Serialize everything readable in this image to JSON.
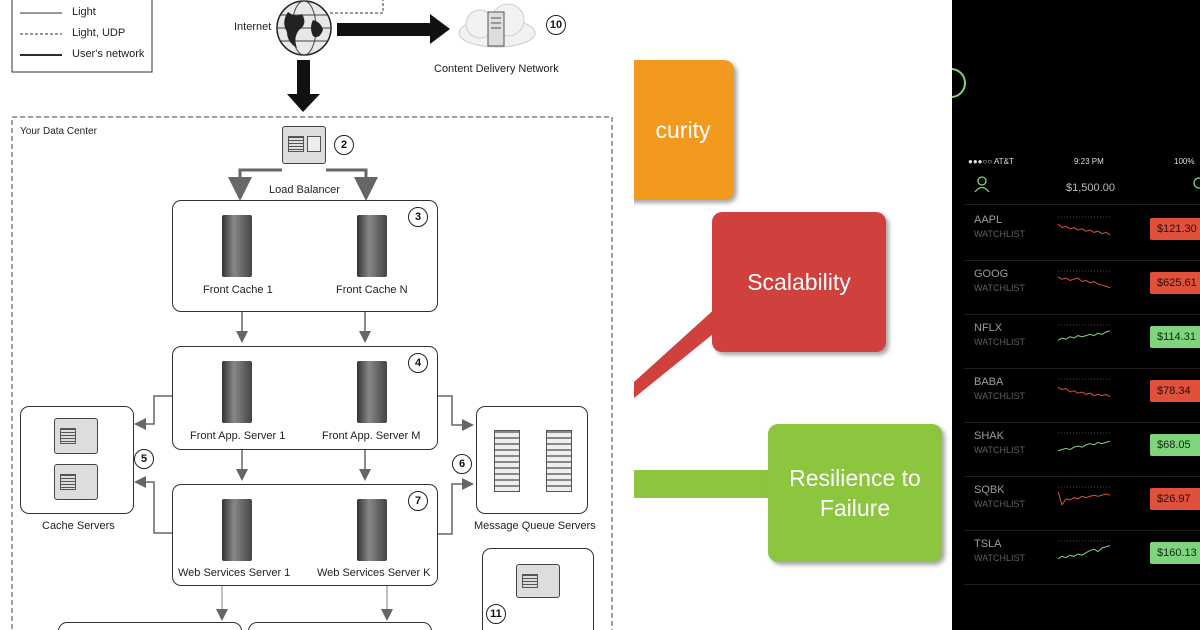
{
  "architecture": {
    "legend": [
      {
        "label": "Light",
        "style": "solid"
      },
      {
        "label": "Light, UDP",
        "style": "dashed"
      },
      {
        "label": "User's network",
        "style": "bold"
      }
    ],
    "internet_label": "Internet",
    "cdn_label": "Content Delivery Network",
    "datacenter_label": "Your Data Center",
    "load_balancer_label": "Load Balancer",
    "front_cache": {
      "left": "Front Cache 1",
      "right": "Front Cache N"
    },
    "front_app": {
      "left": "Front App. Server 1",
      "right": "Front App. Server M"
    },
    "web_services": {
      "left": "Web Services Server 1",
      "right": "Web Services Server K"
    },
    "cache_servers_label": "Cache Servers",
    "mq_label": "Message Queue Servers",
    "numbers": {
      "n2": "2",
      "n3": "3",
      "n4": "4",
      "n5": "5",
      "n6": "6",
      "n7": "7",
      "n10": "10",
      "n11": "11"
    }
  },
  "mindmap": {
    "security": {
      "text": "curity",
      "color": "#f39a1e"
    },
    "scalability": {
      "text": "Scalability",
      "color": "#d0403d"
    },
    "resilience": {
      "line1": "Resilience to",
      "line2": "Failure",
      "color": "#8cc63f"
    }
  },
  "phone": {
    "status": {
      "carrier": "●●●○○ AT&T",
      "time": "9:23 PM",
      "battery": "100%"
    },
    "balance": "$1,500.00",
    "user_icon": "person-icon",
    "search_icon": "search-icon",
    "colors": {
      "down": "#e0513c",
      "up": "#7ed57e"
    },
    "stocks": [
      {
        "ticker": "AAPL",
        "label": "WATCHLIST",
        "price": "$121.30",
        "trend": "down",
        "spark": [
          5,
          8,
          7,
          9,
          8,
          10,
          9,
          11,
          10,
          12,
          11,
          13,
          12,
          14
        ]
      },
      {
        "ticker": "GOOG",
        "label": "WATCHLIST",
        "price": "$625.61",
        "trend": "down",
        "spark": [
          4,
          6,
          5,
          7,
          6,
          5,
          8,
          7,
          9,
          8,
          10,
          11,
          12,
          13
        ]
      },
      {
        "ticker": "NFLX",
        "label": "WATCHLIST",
        "price": "$114.31",
        "trend": "up",
        "spark": [
          12,
          10,
          11,
          9,
          10,
          8,
          9,
          8,
          7,
          8,
          6,
          7,
          5,
          4
        ]
      },
      {
        "ticker": "BABA",
        "label": "WATCHLIST",
        "price": "$78.34",
        "trend": "down",
        "spark": [
          6,
          8,
          7,
          10,
          9,
          11,
          10,
          12,
          11,
          13,
          12,
          13,
          12,
          14
        ]
      },
      {
        "ticker": "SHAK",
        "label": "WATCHLIST",
        "price": "$68.05",
        "trend": "up",
        "spark": [
          14,
          13,
          12,
          13,
          11,
          10,
          11,
          9,
          8,
          9,
          7,
          8,
          7,
          6
        ]
      },
      {
        "ticker": "SQBK",
        "label": "WATCHLIST",
        "price": "$26.97",
        "trend": "down",
        "spark": [
          3,
          14,
          9,
          10,
          8,
          9,
          7,
          8,
          7,
          6,
          7,
          6,
          5,
          6
        ]
      },
      {
        "ticker": "TSLA",
        "label": "WATCHLIST",
        "price": "$160.13",
        "trend": "up",
        "spark": [
          14,
          12,
          13,
          11,
          12,
          10,
          11,
          9,
          7,
          6,
          8,
          5,
          4,
          3
        ]
      }
    ]
  }
}
